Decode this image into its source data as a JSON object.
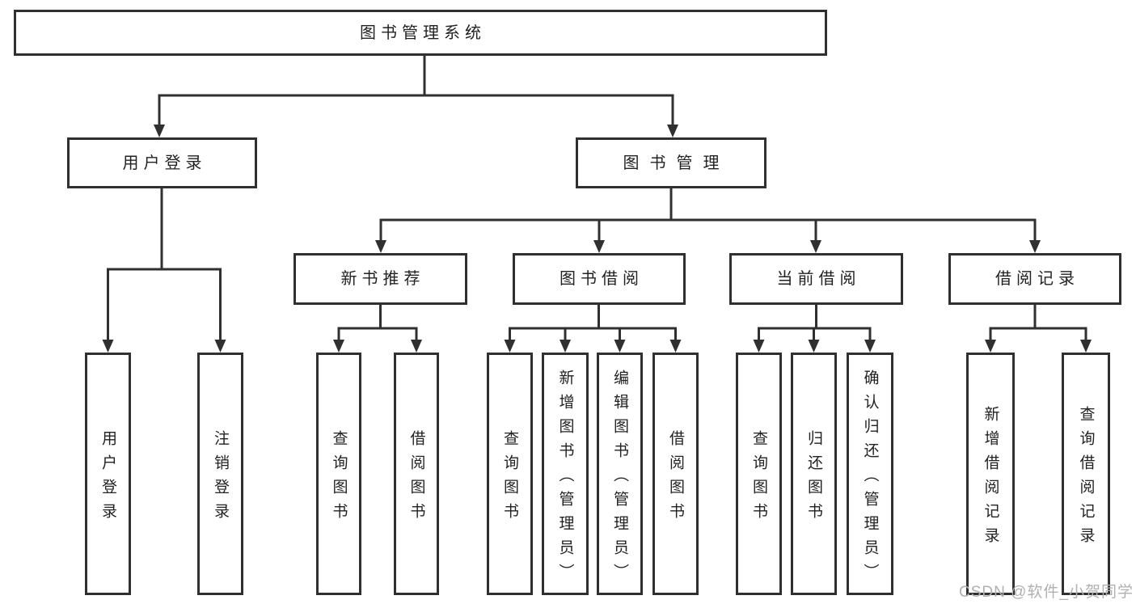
{
  "diagram": {
    "root": {
      "label": "图书管理系统"
    },
    "children": [
      {
        "label": "用户登录",
        "children": [
          {
            "label": "用户登录"
          },
          {
            "label": "注销登录"
          }
        ]
      },
      {
        "label": "图书管理",
        "children": [
          {
            "label": "新书推荐",
            "children": [
              {
                "label": "查询图书"
              },
              {
                "label": "借阅图书"
              }
            ]
          },
          {
            "label": "图书借阅",
            "children": [
              {
                "label": "查询图书"
              },
              {
                "label": "新增图书（管理员）"
              },
              {
                "label": "编辑图书（管理员）"
              },
              {
                "label": "借阅图书"
              }
            ]
          },
          {
            "label": "当前借阅",
            "children": [
              {
                "label": "查询图书"
              },
              {
                "label": "归还图书"
              },
              {
                "label": "确认归还（管理员）"
              }
            ]
          },
          {
            "label": "借阅记录",
            "children": [
              {
                "label": "新增借阅记录"
              },
              {
                "label": "查询借阅记录"
              }
            ]
          }
        ]
      }
    ]
  },
  "watermark": {
    "text": "CSDN @软件_小贺同学"
  },
  "colors": {
    "line": "#303030",
    "text": "#222222",
    "watermark": "#b0b0b0",
    "bg": "#ffffff"
  }
}
